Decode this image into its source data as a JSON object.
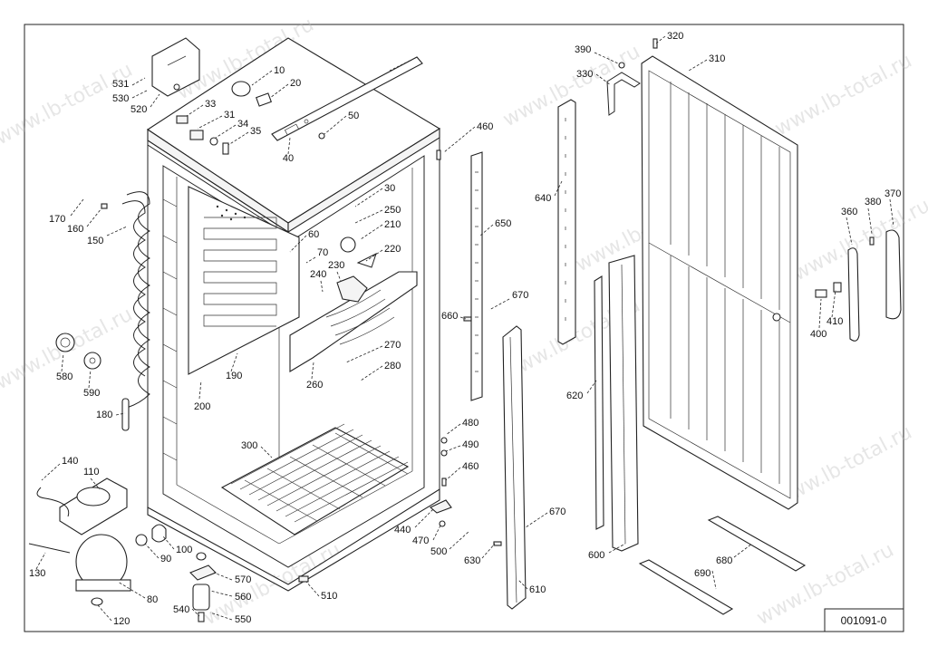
{
  "document_id": "001091-0",
  "watermark": "www.lb-total.ru",
  "callouts": [
    {
      "id": "c10",
      "text": "10"
    },
    {
      "id": "c20",
      "text": "20"
    },
    {
      "id": "c30",
      "text": "30"
    },
    {
      "id": "c31",
      "text": "31"
    },
    {
      "id": "c33",
      "text": "33"
    },
    {
      "id": "c34",
      "text": "34"
    },
    {
      "id": "c35",
      "text": "35"
    },
    {
      "id": "c40",
      "text": "40"
    },
    {
      "id": "c50",
      "text": "50"
    },
    {
      "id": "c60",
      "text": "60"
    },
    {
      "id": "c70",
      "text": "70"
    },
    {
      "id": "c80",
      "text": "80"
    },
    {
      "id": "c90",
      "text": "90"
    },
    {
      "id": "c100",
      "text": "100"
    },
    {
      "id": "c110",
      "text": "110"
    },
    {
      "id": "c120",
      "text": "120"
    },
    {
      "id": "c130",
      "text": "130"
    },
    {
      "id": "c140",
      "text": "140"
    },
    {
      "id": "c150",
      "text": "150"
    },
    {
      "id": "c160",
      "text": "160"
    },
    {
      "id": "c170",
      "text": "170"
    },
    {
      "id": "c180",
      "text": "180"
    },
    {
      "id": "c190",
      "text": "190"
    },
    {
      "id": "c200",
      "text": "200"
    },
    {
      "id": "c210",
      "text": "210"
    },
    {
      "id": "c220",
      "text": "220"
    },
    {
      "id": "c230",
      "text": "230"
    },
    {
      "id": "c240",
      "text": "240"
    },
    {
      "id": "c250",
      "text": "250"
    },
    {
      "id": "c260",
      "text": "260"
    },
    {
      "id": "c270",
      "text": "270"
    },
    {
      "id": "c280",
      "text": "280"
    },
    {
      "id": "c300",
      "text": "300"
    },
    {
      "id": "c310",
      "text": "310"
    },
    {
      "id": "c320",
      "text": "320"
    },
    {
      "id": "c330",
      "text": "330"
    },
    {
      "id": "c360",
      "text": "360"
    },
    {
      "id": "c370",
      "text": "370"
    },
    {
      "id": "c380",
      "text": "380"
    },
    {
      "id": "c390",
      "text": "390"
    },
    {
      "id": "c400",
      "text": "400"
    },
    {
      "id": "c410",
      "text": "410"
    },
    {
      "id": "c440",
      "text": "440"
    },
    {
      "id": "c460a",
      "text": "460"
    },
    {
      "id": "c460b",
      "text": "460"
    },
    {
      "id": "c470",
      "text": "470"
    },
    {
      "id": "c480",
      "text": "480"
    },
    {
      "id": "c490",
      "text": "490"
    },
    {
      "id": "c500",
      "text": "500"
    },
    {
      "id": "c510",
      "text": "510"
    },
    {
      "id": "c520",
      "text": "520"
    },
    {
      "id": "c530",
      "text": "530"
    },
    {
      "id": "c531",
      "text": "531"
    },
    {
      "id": "c540",
      "text": "540"
    },
    {
      "id": "c550",
      "text": "550"
    },
    {
      "id": "c560",
      "text": "560"
    },
    {
      "id": "c570",
      "text": "570"
    },
    {
      "id": "c580",
      "text": "580"
    },
    {
      "id": "c590",
      "text": "590"
    },
    {
      "id": "c600",
      "text": "600"
    },
    {
      "id": "c610",
      "text": "610"
    },
    {
      "id": "c620",
      "text": "620"
    },
    {
      "id": "c630",
      "text": "630"
    },
    {
      "id": "c640",
      "text": "640"
    },
    {
      "id": "c650",
      "text": "650"
    },
    {
      "id": "c660",
      "text": "660"
    },
    {
      "id": "c670a",
      "text": "670"
    },
    {
      "id": "c670b",
      "text": "670"
    },
    {
      "id": "c680",
      "text": "680"
    },
    {
      "id": "c690",
      "text": "690"
    }
  ]
}
